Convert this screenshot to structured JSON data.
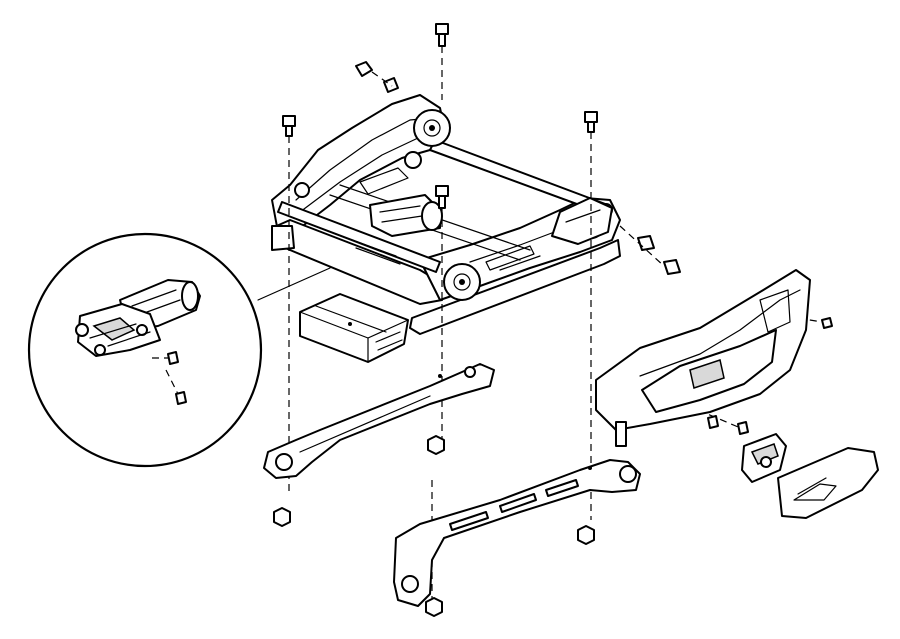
{
  "figure": {
    "description_visible_text": [],
    "colors": {
      "line": "#000000",
      "background": "#ffffff",
      "shade": "#d9d9d9"
    },
    "parts": [
      "seat-adjuster-frame",
      "seat-track-motor-detail",
      "seat-control-module",
      "left-front-bracket",
      "right-rear-bracket",
      "seat-side-shield",
      "seat-switch",
      "switch-bezel",
      "fastener-bolt",
      "fastener-nut",
      "fastener-screw"
    ]
  }
}
